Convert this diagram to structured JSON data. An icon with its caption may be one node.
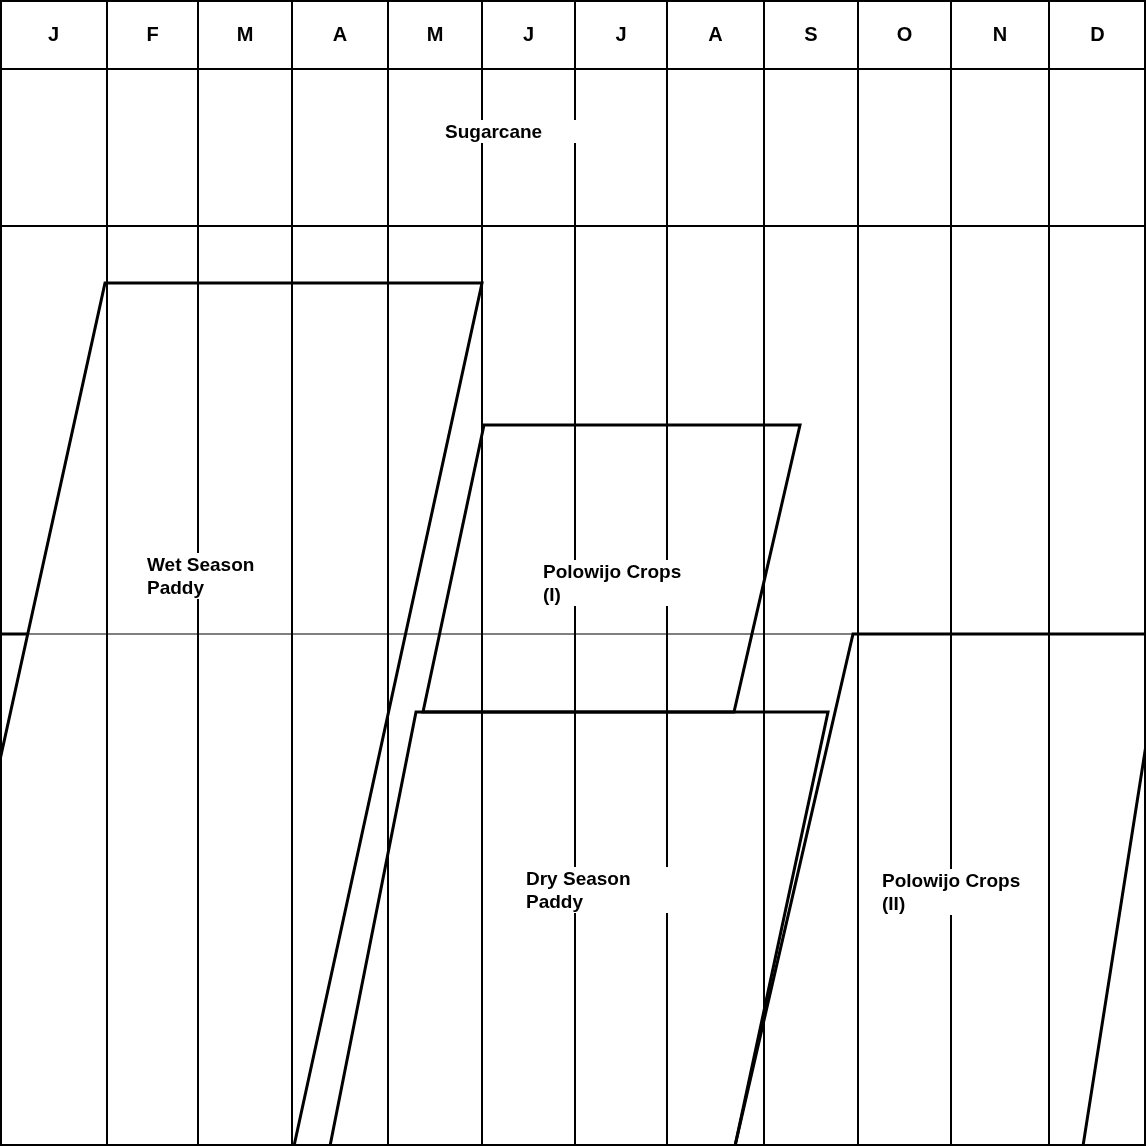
{
  "diagram": {
    "nodes": [
      {
        "text": [
          "Sugarcane"
        ]
      },
      {
        "text": [
          "Wet Season Paddy"
        ]
      },
      {
        "text": [
          "Polowijo Crops (I)"
        ]
      },
      {
        "text": [
          "Dry Season Paddy"
        ]
      },
      {
        "text": [
          "Polowijo Crops (II)"
        ]
      }
    ],
    "labels": [
      "J",
      "F",
      "M",
      "A",
      "M",
      "J",
      "J",
      "A",
      "S",
      "O",
      "N",
      "D"
    ]
  }
}
